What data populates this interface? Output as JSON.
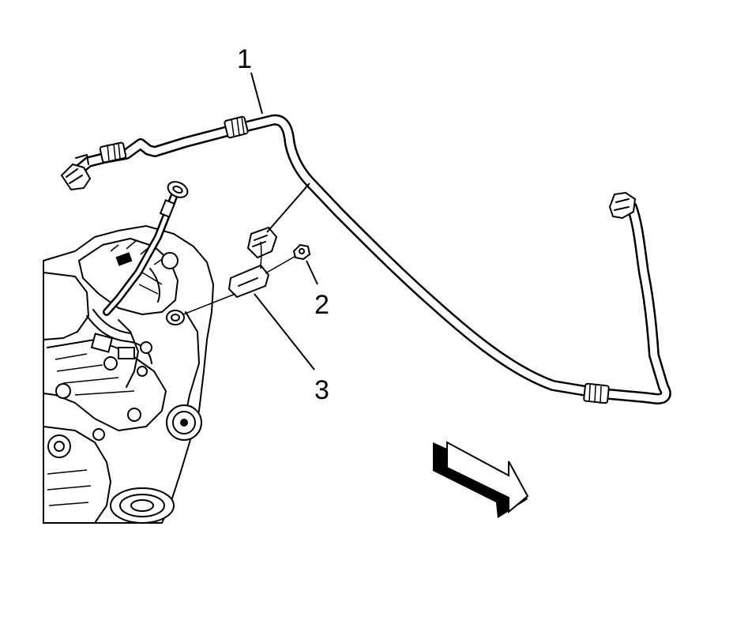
{
  "callouts": {
    "c1": "1",
    "c2": "2",
    "c3": "3"
  },
  "colors": {
    "ink": "#000000",
    "background": "#ffffff"
  },
  "icons": {
    "direction": "front-of-vehicle-arrow-icon"
  }
}
